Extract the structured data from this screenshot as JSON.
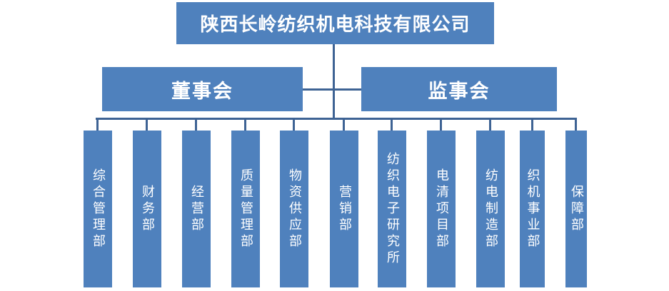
{
  "org_chart": {
    "title": "陕西长岭纺织机电科技有限公司",
    "boards": [
      {
        "label": "董事会"
      },
      {
        "label": "监事会"
      }
    ],
    "departments": [
      {
        "name": "综合管理部"
      },
      {
        "name": "财务部"
      },
      {
        "name": "经营部"
      },
      {
        "name": "质量管理部"
      },
      {
        "name": "物资供应部"
      },
      {
        "name": "营销部"
      },
      {
        "name": "纺织电子研究所"
      },
      {
        "name": "电清项目部"
      },
      {
        "name": "纺电制造部"
      },
      {
        "name": "织机事业部"
      },
      {
        "name": "保障部"
      }
    ],
    "colors": {
      "box_fill": "#4F81BD",
      "connector": "#3E6394",
      "text": "#FFFFFF"
    }
  }
}
